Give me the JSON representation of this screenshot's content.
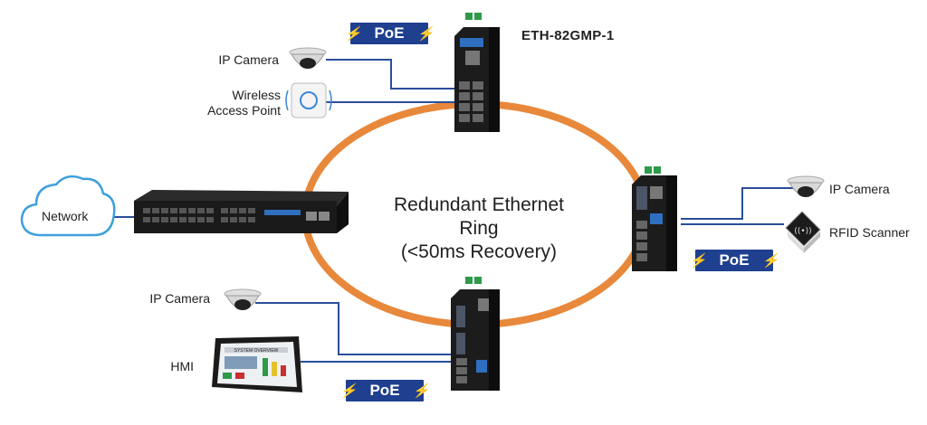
{
  "ring": {
    "title_line1": "Redundant Ethernet Ring",
    "title_line2": "(<50ms Recovery)",
    "color": "#e8883a"
  },
  "switches": {
    "top_model": "ETH-82GMP-1"
  },
  "poe": {
    "label": "PoE",
    "bolt": "⚡",
    "badge_color": "#1f3f8f"
  },
  "devices": {
    "cloud": "Network",
    "top_camera": "IP Camera",
    "wap_line1": "Wireless",
    "wap_line2": "Access Point",
    "right_camera": "IP Camera",
    "rfid": "RFID Scanner",
    "bottom_camera": "IP Camera",
    "hmi": "HMI"
  },
  "hmi_screen": {
    "header": "SYSTEM OVERVIEW"
  },
  "link_color": "#2a4e9a"
}
